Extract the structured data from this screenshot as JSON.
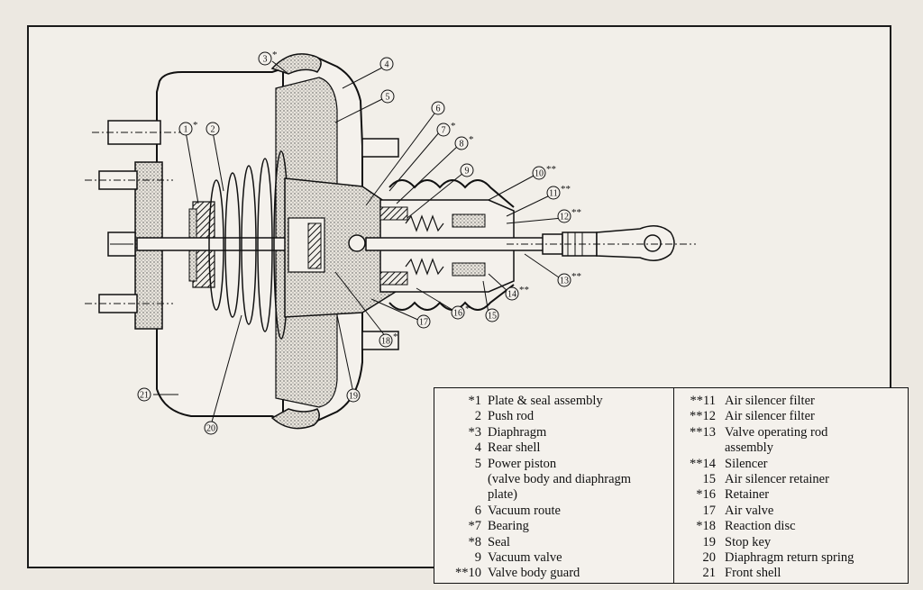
{
  "callouts": [
    {
      "num": "1",
      "mark": "*"
    },
    {
      "num": "2",
      "mark": ""
    },
    {
      "num": "3",
      "mark": "*"
    },
    {
      "num": "4",
      "mark": ""
    },
    {
      "num": "5",
      "mark": ""
    },
    {
      "num": "6",
      "mark": ""
    },
    {
      "num": "7",
      "mark": "*"
    },
    {
      "num": "8",
      "mark": "*"
    },
    {
      "num": "9",
      "mark": ""
    },
    {
      "num": "10",
      "mark": "**"
    },
    {
      "num": "11",
      "mark": "**"
    },
    {
      "num": "12",
      "mark": "**"
    },
    {
      "num": "13",
      "mark": "**"
    },
    {
      "num": "14",
      "mark": "**"
    },
    {
      "num": "15",
      "mark": ""
    },
    {
      "num": "16",
      "mark": "*"
    },
    {
      "num": "17",
      "mark": ""
    },
    {
      "num": "18",
      "mark": "*"
    },
    {
      "num": "19",
      "mark": ""
    },
    {
      "num": "20",
      "mark": ""
    },
    {
      "num": "21",
      "mark": ""
    }
  ],
  "legend": {
    "left": [
      {
        "num": "*1",
        "lines": [
          "Plate & seal assembly"
        ]
      },
      {
        "num": "2",
        "lines": [
          "Push rod"
        ]
      },
      {
        "num": "*3",
        "lines": [
          "Diaphragm"
        ]
      },
      {
        "num": "4",
        "lines": [
          "Rear shell"
        ]
      },
      {
        "num": "5",
        "lines": [
          "Power piston",
          "(valve body and diaphragm",
          "plate)"
        ]
      },
      {
        "num": "6",
        "lines": [
          "Vacuum route"
        ]
      },
      {
        "num": "*7",
        "lines": [
          "Bearing"
        ]
      },
      {
        "num": "*8",
        "lines": [
          "Seal"
        ]
      },
      {
        "num": "9",
        "lines": [
          "Vacuum valve"
        ]
      },
      {
        "num": "**10",
        "lines": [
          "Valve body guard"
        ]
      }
    ],
    "right": [
      {
        "num": "**11",
        "lines": [
          "Air silencer filter"
        ]
      },
      {
        "num": "**12",
        "lines": [
          "Air silencer filter"
        ]
      },
      {
        "num": "**13",
        "lines": [
          "Valve operating rod",
          "assembly"
        ]
      },
      {
        "num": "**14",
        "lines": [
          "Silencer"
        ]
      },
      {
        "num": "15",
        "lines": [
          "Air silencer retainer"
        ]
      },
      {
        "num": "*16",
        "lines": [
          "Retainer"
        ]
      },
      {
        "num": "17",
        "lines": [
          "Air valve"
        ]
      },
      {
        "num": "*18",
        "lines": [
          "Reaction disc"
        ]
      },
      {
        "num": "19",
        "lines": [
          "Stop key"
        ]
      },
      {
        "num": "20",
        "lines": [
          "Diaphragm return spring"
        ]
      },
      {
        "num": "21",
        "lines": [
          "Front shell"
        ]
      }
    ]
  }
}
